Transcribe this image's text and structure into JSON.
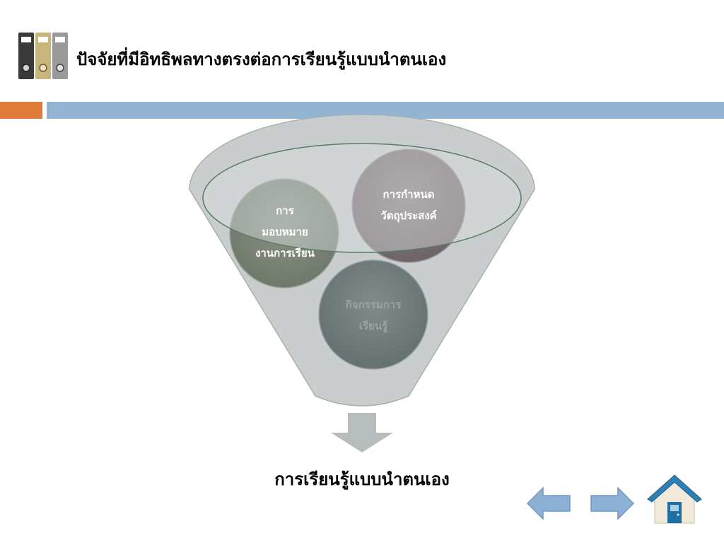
{
  "slide": {
    "title": "ปัจจัยที่มีอิทธิพลทางตรงต่อการเรียนรู้แบบนำตนเอง",
    "result": "การเรียนรู้แบบนำตนเอง"
  },
  "funnel": {
    "items": [
      {
        "label": "การ\nมอบหมาย\nงานการเรียน",
        "color": "#7b8477"
      },
      {
        "label": "การกำหนด\nวัตถุประสงค์",
        "color": "#7e7378"
      },
      {
        "label": "กิจกรรมการ\nเรียนรู้",
        "color": "#737d7e"
      }
    ]
  },
  "colors": {
    "accent_orange": "#e07b39",
    "accent_blue": "#93b4d0",
    "funnel_fill": "#c9cdcd",
    "arrow_gray": "#b7bcbc",
    "nav_blue": "#8cb0d6"
  },
  "icons": {
    "logo": "binders-icon",
    "prev": "arrow-left-icon",
    "next": "arrow-right-icon",
    "home": "home-icon"
  }
}
